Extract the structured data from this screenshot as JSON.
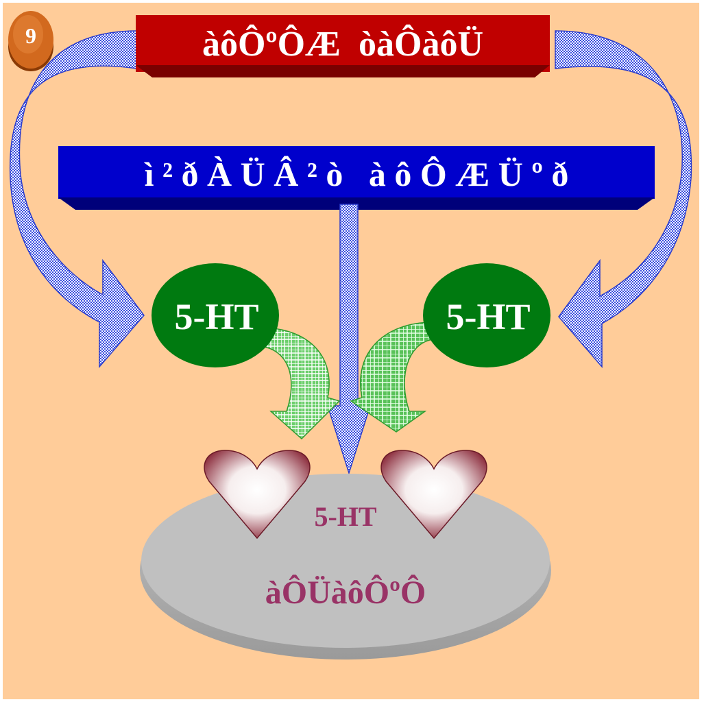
{
  "slide_number": "9",
  "top_banner": {
    "text": "àôÔºÔÆ  òàÔàôÜ",
    "color": "#c00000"
  },
  "middle_banner": {
    "text": "ì ² ð À Ü Â ² ò   à ô Ô Æ Ü º ð",
    "color": "#0000cc"
  },
  "left_molecule": {
    "label": "5-HT",
    "color": "#007a10"
  },
  "right_molecule": {
    "label": "5-HT",
    "color": "#007a10"
  },
  "receptor_plate": {
    "top_label": "5-HT",
    "bottom_label": "àÔÜàôÔºÔ",
    "label_color": "#993366",
    "color": "#c0c0c0"
  },
  "colors": {
    "background": "#ffcc99",
    "blue_arrow": "#3b4fe0",
    "green_arrow": "#4caf50",
    "badge": "#d2691e"
  }
}
